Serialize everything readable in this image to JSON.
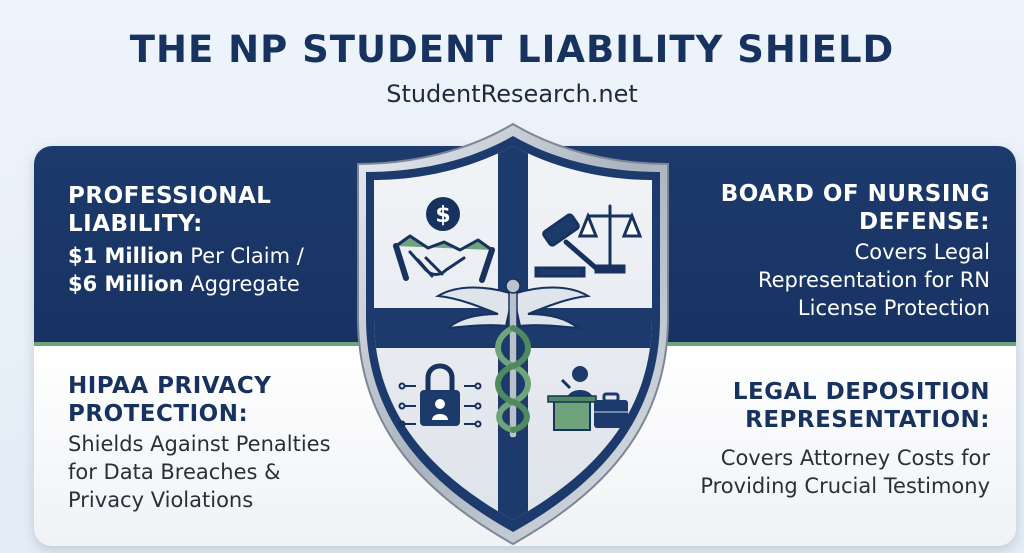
{
  "header": {
    "title": "THE NP STUDENT LIABILITY SHIELD",
    "subtitle": "StudentResearch.net"
  },
  "sections": {
    "professional_liability": {
      "heading_line1": "PROFESSIONAL",
      "heading_line2": "LIABILITY:",
      "line1_bold": "$1 Million",
      "line1_rest": " Per Claim /",
      "line2_bold": "$6 Million",
      "line2_rest": " Aggregate"
    },
    "board_of_nursing": {
      "heading_line1": "BOARD OF NURSING",
      "heading_line2": "DEFENSE:",
      "body_line1": "Covers Legal",
      "body_line2": "Representation for RN",
      "body_line3": "License Protection"
    },
    "hipaa": {
      "heading_line1": "HIPAA PRIVACY",
      "heading_line2": "PROTECTION:",
      "body_line1": "Shields Against Penalties",
      "body_line2": "for Data Breaches &",
      "body_line3": "Privacy Violations"
    },
    "deposition": {
      "heading_line1": "LEGAL DEPOSITION",
      "heading_line2": "REPRESENTATION:",
      "body_line1": "Covers Attorney Costs for",
      "body_line2": "Providing Crucial Testimony"
    }
  },
  "shield": {
    "dollar_symbol": "$",
    "icons": [
      "handshake-icon",
      "gavel-scales-icon",
      "caduceus-icon",
      "padlock-icon",
      "witness-stand-icon"
    ]
  },
  "colors": {
    "navy": "#17325f",
    "panel_navy": "#1c3a6c",
    "accent_green": "#6fa37c",
    "silver": "#b9c1cc"
  }
}
